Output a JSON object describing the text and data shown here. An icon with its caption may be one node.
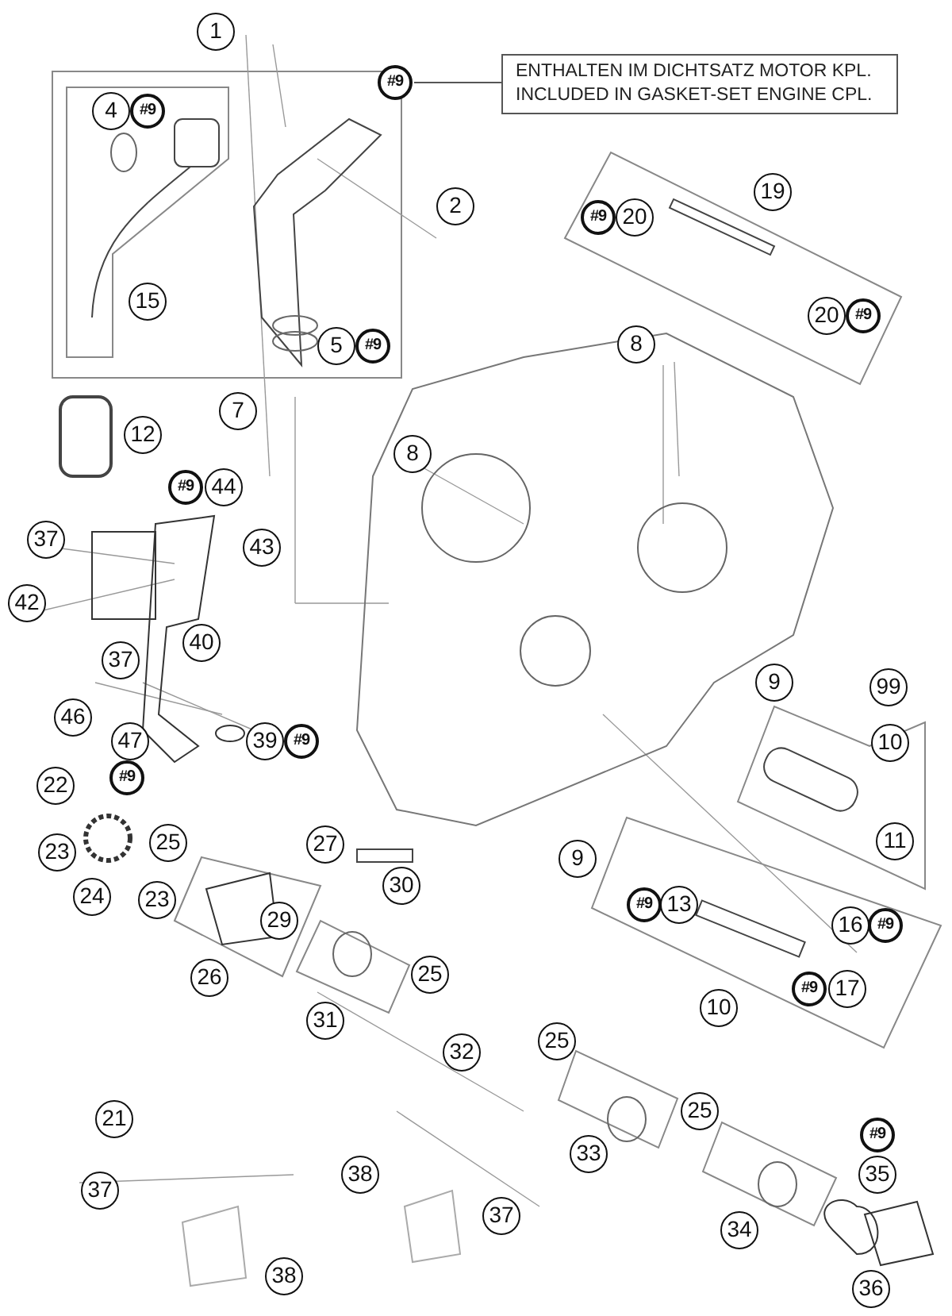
{
  "diagram": {
    "labels": [
      "1",
      "#9",
      "ENTHALTEN IM DICHTSATZ MOTOR KPL. INCLUDED IN GASKET-SET ENGINE CPL.",
      "4",
      "#9",
      "2",
      "19",
      "#9",
      "20",
      "15",
      "20",
      "#9",
      "5",
      "#9",
      "8",
      "7",
      "12",
      "8",
      "#9",
      "44",
      "37",
      "43",
      "42",
      "40",
      "37",
      "9",
      "99",
      "46",
      "47",
      "39",
      "#9",
      "10",
      "#9",
      "22",
      "23",
      "25",
      "27",
      "9",
      "11",
      "24",
      "23",
      "30",
      "#9",
      "13",
      "29",
      "16",
      "#9",
      "26",
      "25",
      "#9",
      "17",
      "10",
      "31",
      "25",
      "32",
      "25",
      "21",
      "#9",
      "38",
      "33",
      "35",
      "37",
      "37",
      "34",
      "38",
      "36"
    ]
  }
}
